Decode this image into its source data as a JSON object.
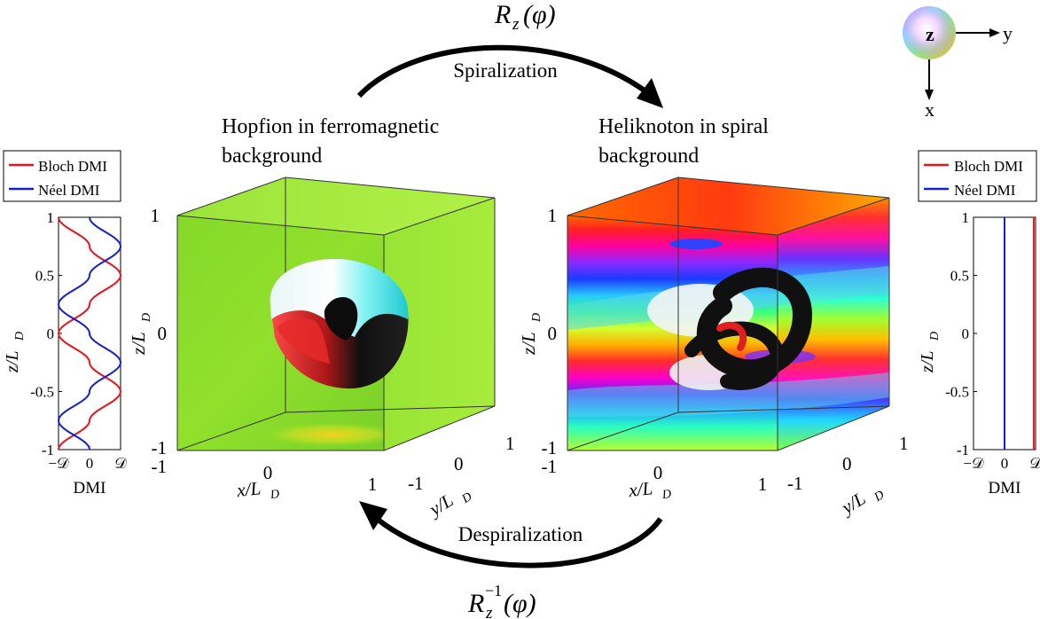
{
  "top_formula": {
    "main": "R",
    "sub": "z",
    "arg": "(φ)"
  },
  "bottom_formula": {
    "main": "R",
    "sub": "z",
    "sup": "−1",
    "arg": "(φ)"
  },
  "arrow_top_label": "Spiralization",
  "arrow_bottom_label": "Despiralization",
  "left_title": [
    "Hopfion in ferromagnetic",
    "background"
  ],
  "right_title": [
    "Heliknoton in spiral",
    "background"
  ],
  "axes_legend": {
    "z": "z",
    "y": "y",
    "x": "x"
  },
  "cube_ticks": {
    "z": [
      "1",
      "0",
      "-1"
    ],
    "x": [
      "-1",
      "0",
      "1"
    ],
    "y": [
      "-1",
      "0",
      "1"
    ],
    "x_label": {
      "main": "x/L",
      "sub": "D"
    },
    "y_label": {
      "main": "y/L",
      "sub": "D"
    },
    "z_label": {
      "main": "z/L",
      "sub": "D"
    }
  },
  "colors": {
    "bloch": "#e8141b",
    "neel": "#1420d0",
    "ferro_green": "#8ede2a"
  },
  "chart_data": [
    {
      "type": "line",
      "title": "",
      "xlabel": "DMI",
      "ylabel": {
        "main": "z/L",
        "sub": "D"
      },
      "xtick_labels": [
        "−𝒟",
        "0",
        "𝒟"
      ],
      "xlim": [
        -1,
        1
      ],
      "ylim": [
        -1,
        1
      ],
      "yticks": [
        "1",
        "0.5",
        "0",
        "-0.5",
        "-1"
      ],
      "legend": "top",
      "series": [
        {
          "name": "Bloch DMI",
          "color": "#e8141b",
          "z": [
            -1,
            -0.75,
            -0.5,
            -0.25,
            0,
            0.25,
            0.5,
            0.75,
            1
          ],
          "dmi": [
            -1,
            0,
            1,
            0,
            -1,
            0,
            1,
            0,
            -1
          ]
        },
        {
          "name": "Néel DMI",
          "color": "#1420d0",
          "z": [
            -1,
            -0.75,
            -0.5,
            -0.25,
            0,
            0.25,
            0.5,
            0.75,
            1
          ],
          "dmi": [
            0,
            -1,
            0,
            1,
            0,
            -1,
            0,
            1,
            0
          ]
        }
      ]
    },
    {
      "type": "line",
      "title": "",
      "xlabel": "DMI",
      "ylabel": {
        "main": "z/L",
        "sub": "D"
      },
      "xtick_labels": [
        "−𝒟",
        "0",
        "𝒟"
      ],
      "xlim": [
        -1,
        1
      ],
      "ylim": [
        -1,
        1
      ],
      "yticks": [
        "1",
        "0.5",
        "0",
        "-0.5",
        "-1"
      ],
      "legend": "top",
      "series": [
        {
          "name": "Bloch DMI",
          "color": "#e8141b",
          "z": [
            -1,
            1
          ],
          "dmi": [
            1,
            1
          ]
        },
        {
          "name": "Néel DMI",
          "color": "#1420d0",
          "z": [
            -1,
            1
          ],
          "dmi": [
            0,
            0
          ]
        }
      ]
    }
  ]
}
